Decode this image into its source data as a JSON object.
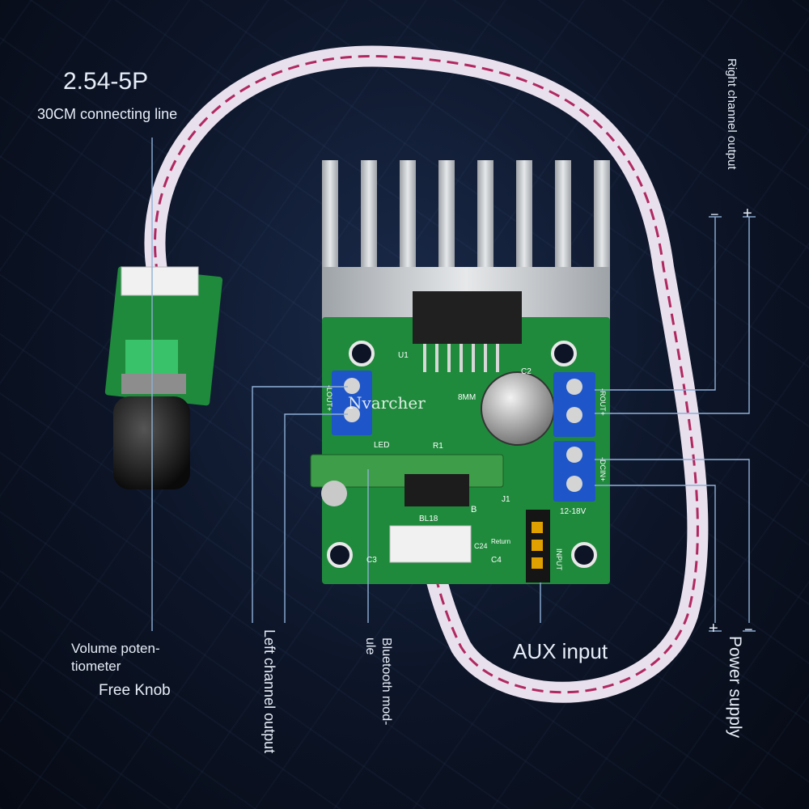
{
  "labels": {
    "connector_title": "2.54-5P",
    "connector_sub": "30CM connecting line",
    "right_channel": "Right channel output",
    "minus_top": "−",
    "plus_top": "+",
    "volume_line1": "Volume poten-",
    "volume_line2": "tiometer",
    "free_knob": "Free Knob",
    "left_channel": "Left channel output",
    "bluetooth_line1": "Bluetooth mod-",
    "bluetooth_line2": "ule",
    "aux_input": "AUX input",
    "plus_bottom": "+",
    "minus_bottom": "−",
    "power_supply": "Power supply",
    "watermark": "Nvarcher"
  },
  "board_marks": {
    "u1": "U1",
    "c2": "C2",
    "mm": "8MM",
    "lout": "-LOUT+",
    "rout": "-ROUT+",
    "dcin": "-DCIN+",
    "voltage": "12-18V",
    "led": "LED",
    "r1": "R1",
    "bl18": "BL18",
    "c3": "C3",
    "c4": "C4",
    "c24": "C24",
    "input": "INPUT",
    "return": "Return",
    "j1": "J1",
    "b": "B"
  },
  "colors": {
    "pcb": "#1f8a3c",
    "terminal": "#1e55c8",
    "heatsink": "#c9ccd0",
    "cable_stripe": "#b02860",
    "cable": "#e9e0ee",
    "leader": "#8fb0d8"
  }
}
